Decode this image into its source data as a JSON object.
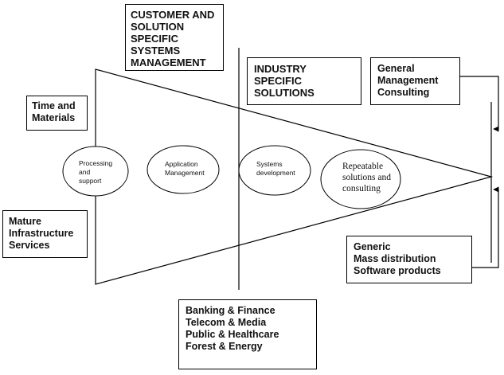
{
  "boxes": {
    "customer_solution": [
      "CUSTOMER AND",
      "SOLUTION",
      "SPECIFIC",
      "SYSTEMS",
      "MANAGEMENT"
    ],
    "industry_specific": [
      "INDUSTRY",
      "SPECIFIC",
      "SOLUTIONS"
    ],
    "general_management": [
      "General",
      "Management",
      "Consulting"
    ],
    "time_materials": [
      "Time and",
      "Materials"
    ],
    "mature_infrastructure": [
      "Mature",
      "Infrastructure",
      "Services"
    ],
    "generic_mass": [
      "Generic",
      "Mass distribution",
      "Software products"
    ],
    "industries": [
      "Banking & Finance",
      "Telecom & Media",
      "Public & Healthcare",
      "Forest & Energy"
    ]
  },
  "ellipses": {
    "processing": [
      "Processing",
      "and",
      "support"
    ],
    "application": [
      "Application",
      "Management"
    ],
    "systems": [
      "Systems",
      "development"
    ],
    "repeatable": [
      "Repeatable",
      "solutions and",
      "consulting"
    ]
  }
}
